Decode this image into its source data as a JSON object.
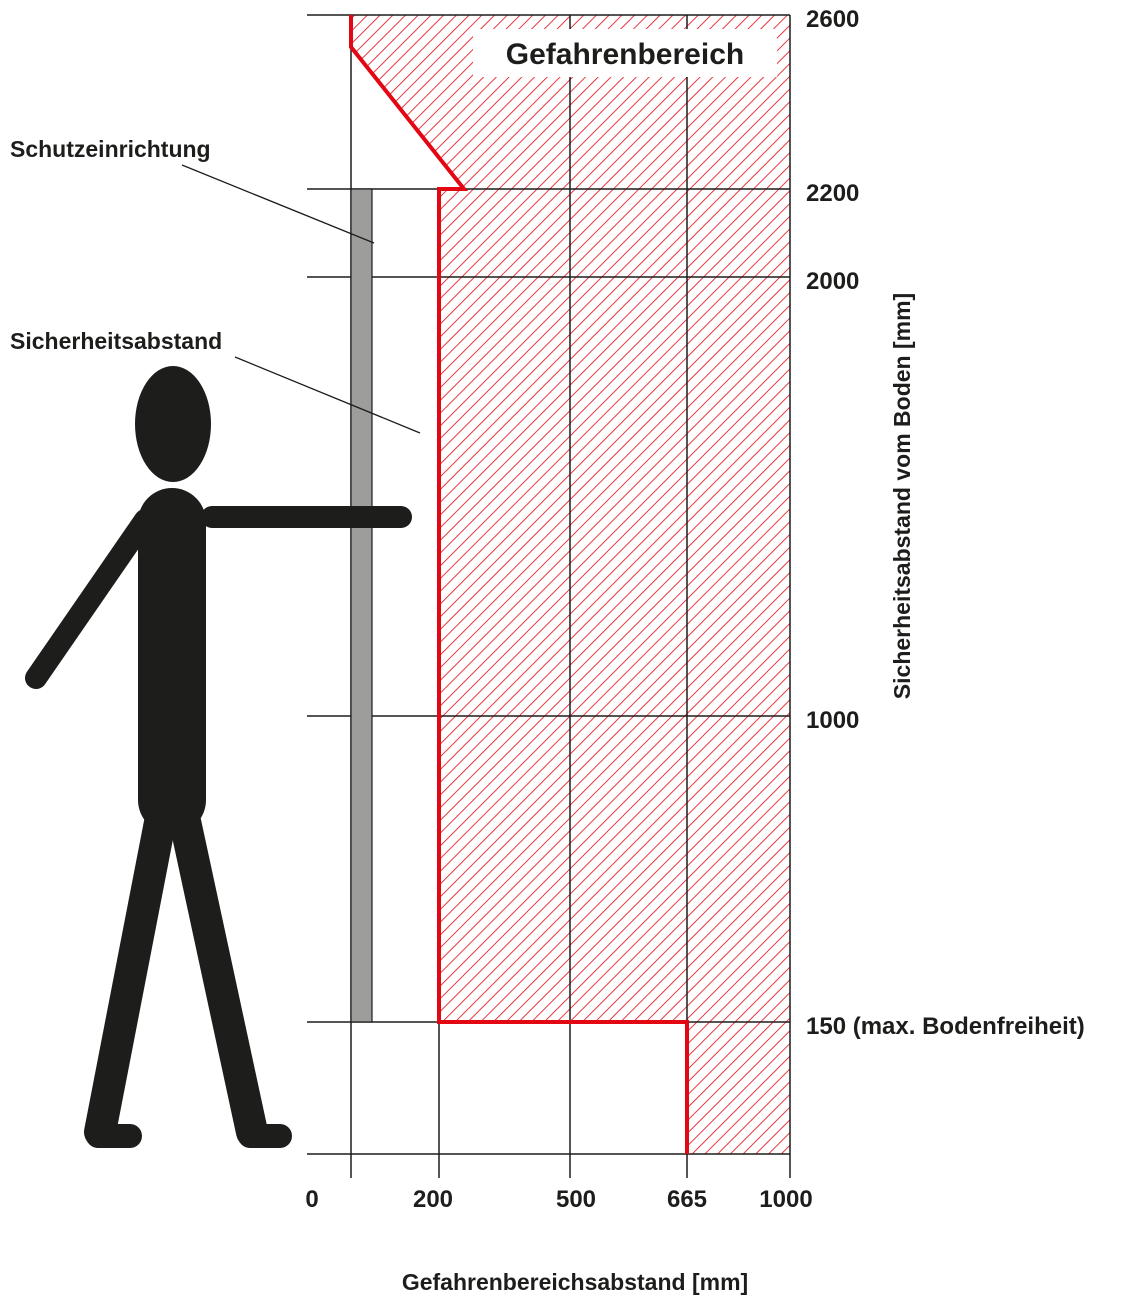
{
  "diagram": {
    "danger_zone_label": "Gefahrenbereich",
    "guard_label": "Schutzeinrichtung",
    "safety_distance_label": "Sicherheitsabstand",
    "x_axis_title": "Gefahrenbereichsabstand [mm]",
    "y_axis_title": "Sicherheitsabstand vom Boden [mm]",
    "x_ticks": [
      "0",
      "200",
      "500",
      "665",
      "1000"
    ],
    "y_ticks": [
      "2600",
      "2200",
      "2000",
      "1000",
      "150 (max. Bodenfreiheit)"
    ]
  },
  "colors": {
    "danger": "#e30613",
    "guard": "#9d9d9c",
    "figure": "#1d1d1b",
    "grid": "#1d1d1b"
  },
  "icons": {
    "person": "person-figure-icon",
    "guard": "guard-post"
  }
}
